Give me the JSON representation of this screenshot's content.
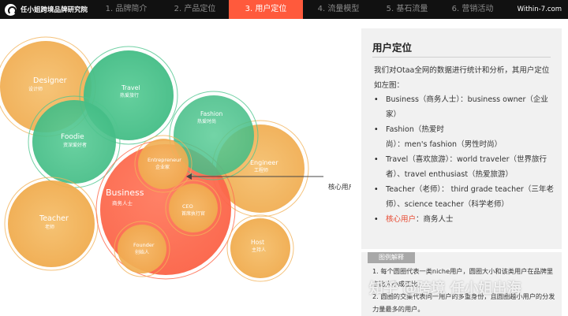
{
  "brand": {
    "name": "任小姐跨境品牌研究院"
  },
  "nav": {
    "tabs": [
      "1. 品牌简介",
      "2. 产品定位",
      "3. 用户定位",
      "4. 流量模型",
      "5. 基石流量",
      "6. 营销活动"
    ],
    "active_index": 2
  },
  "site": "Within-7.com",
  "colors": {
    "active_tab": "#ff5a3c",
    "orange_bubble": "#f2b35a",
    "green_bubble": "#4fc58f",
    "core_bubble": "#ff6e52",
    "highlight_text": "#e8452c"
  },
  "bubbles": [
    {
      "id": "designer",
      "name": "Designer",
      "sub": "设计师",
      "color": "orange"
    },
    {
      "id": "travel",
      "name": "Travel",
      "sub": "热爱旅行",
      "color": "green"
    },
    {
      "id": "fashion",
      "name": "Fashion",
      "sub": "热爱时尚",
      "color": "green"
    },
    {
      "id": "foodie",
      "name": "Foodie",
      "sub": "资深爱好者",
      "color": "green"
    },
    {
      "id": "engineer",
      "name": "Engineer",
      "sub": "工程师",
      "color": "orange"
    },
    {
      "id": "business",
      "name": "Business",
      "sub": "商务人士",
      "color": "core"
    },
    {
      "id": "entrepreneur",
      "name": "Entrepreneur",
      "sub": "企业家",
      "color": "orange"
    },
    {
      "id": "ceo",
      "name": "CEO",
      "sub": "首席执行官",
      "color": "orange"
    },
    {
      "id": "founder",
      "name": "Founder",
      "sub": "创始人",
      "color": "orange"
    },
    {
      "id": "teacher",
      "name": "Teacher",
      "sub": "老师",
      "color": "orange"
    },
    {
      "id": "host",
      "name": "Host",
      "sub": "主持人",
      "color": "orange"
    }
  ],
  "core_label": "核心用户",
  "panel": {
    "title": "用户定位",
    "intro": "我们对Otaa全网的数据进行统计和分析，其用户定位如左图：",
    "items": [
      {
        "key": "Business（商务人士）",
        "text": "：business owner（企业家）"
      },
      {
        "key": "Fashion（热爱时尚）",
        "text": "：men's fashion（男性时尚）"
      },
      {
        "key": "Travel（喜欢旅游）",
        "text": "：world traveler（世界旅行者）、travel enthusiast（热爱旅游）"
      },
      {
        "key": "Teacher（老师）",
        "text": "： third grade teacher（三年老师）、science teacher（科学老师）"
      },
      {
        "key": "核心用户",
        "text": "：商务人士"
      }
    ]
  },
  "legend": {
    "title": "图例解释",
    "line1": "1. 每个圆圈代表一类niche用户，圆圈大小和该类用户在品牌里占比大小成正比；",
    "line2": "2. 圆圈的交集代表同一用户的多重身份，且圆圈越小用户的分发力量最多的用户。"
  },
  "watermark": "知乎 @跨境 任小姐出海"
}
